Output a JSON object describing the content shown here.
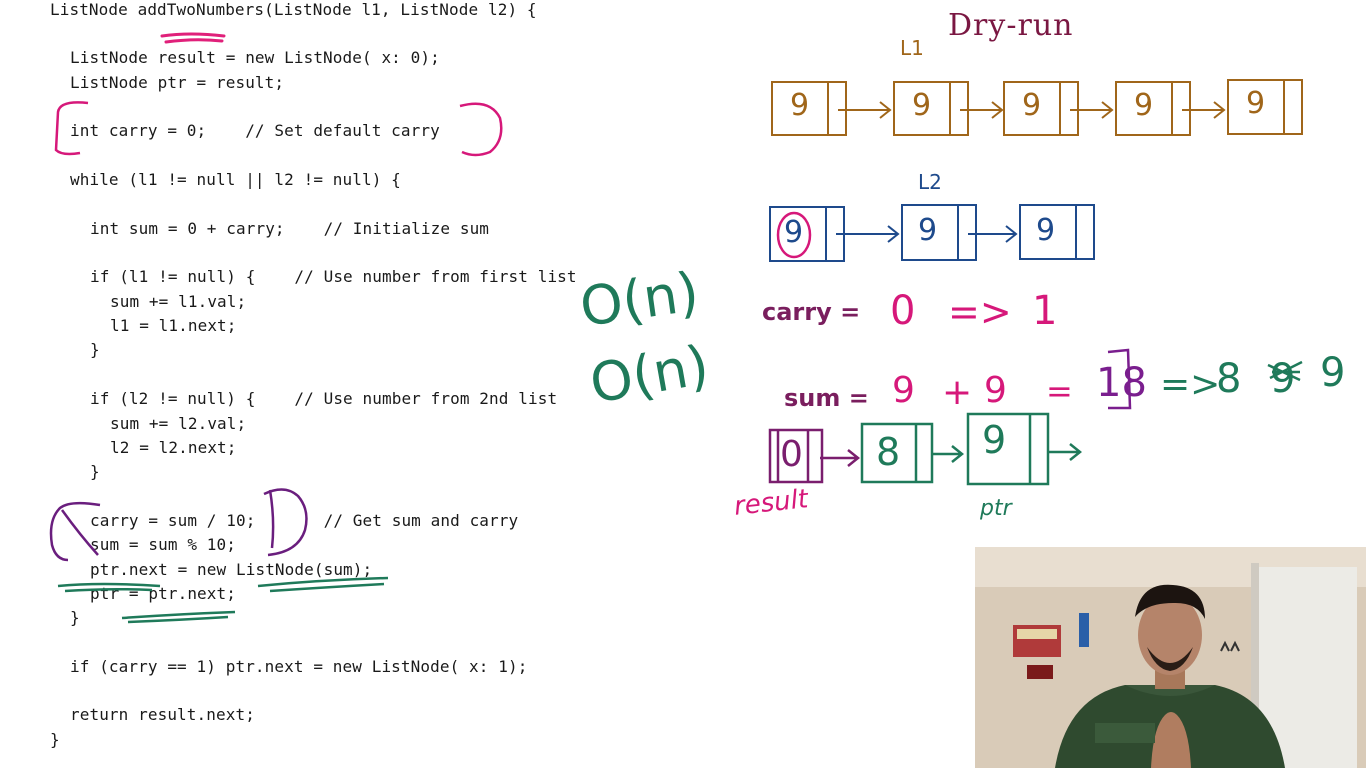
{
  "code": {
    "lines": [
      {
        "key": "l01",
        "text": "ListNode addTwoNumbers(ListNode l1, ListNode l2) {"
      },
      {
        "key": "l02",
        "text": "ListNode result = new ListNode( x: 0);"
      },
      {
        "key": "l03",
        "text": "ListNode ptr = result;"
      },
      {
        "key": "l04",
        "text": "int carry = 0;    // Set default carry"
      },
      {
        "key": "l05",
        "text": "while (l1 != null || l2 != null) {"
      },
      {
        "key": "l06",
        "text": "int sum = 0 + carry;    // Initialize sum"
      },
      {
        "key": "l07",
        "text": "if (l1 != null) {    // Use number from first list"
      },
      {
        "key": "l08",
        "text": "sum += l1.val;"
      },
      {
        "key": "l09",
        "text": "l1 = l1.next;"
      },
      {
        "key": "l10",
        "text": "}"
      },
      {
        "key": "l11",
        "text": "if (l2 != null) {    // Use number from 2nd list"
      },
      {
        "key": "l12",
        "text": "sum += l2.val;"
      },
      {
        "key": "l13",
        "text": "l2 = l2.next;"
      },
      {
        "key": "l14",
        "text": "}"
      },
      {
        "key": "l15",
        "text": "carry = sum / 10;       // Get sum and carry"
      },
      {
        "key": "l16",
        "text": "sum = sum % 10;"
      },
      {
        "key": "l17",
        "text": "ptr.next = new ListNode(sum);"
      },
      {
        "key": "l18",
        "text": "ptr = ptr.next;"
      },
      {
        "key": "l19",
        "text": "}"
      },
      {
        "key": "l20",
        "text": "if (carry == 1) ptr.next = new ListNode( x: 1);"
      },
      {
        "key": "l21",
        "text": "return result.next;"
      },
      {
        "key": "l22",
        "text": "}"
      }
    ]
  },
  "annotations": {
    "complexity_1": "O(n)",
    "complexity_2": "O(n)"
  },
  "board": {
    "title": "Dry-run",
    "l1_label": "L1",
    "l1_values": [
      "9",
      "9",
      "9",
      "9",
      "9"
    ],
    "l2_label": "L2",
    "l2_values": [
      "9",
      "9",
      "9"
    ],
    "carry_label": "carry =",
    "carry_from": "0",
    "carry_arrow": "=>",
    "carry_to": "1",
    "sum_label": "sum =",
    "sum_a": "9",
    "sum_plus": "+",
    "sum_b": "9",
    "sum_eq": "=",
    "sum_result": "18",
    "sum_arrow": "=>",
    "sum_seq_a": "8",
    "sum_seq_b": "9",
    "sum_seq_c": "9",
    "result_values": [
      "0",
      "8",
      "9"
    ],
    "result_label": "result",
    "ptr_label": "ptr"
  },
  "colors": {
    "l1": "#a0661a",
    "l2": "#1e4a8c",
    "carry": "#d6187a",
    "label": "#7a1e5e",
    "result": "#1f7a5a",
    "result_node": "#7a1e6e",
    "annot_green": "#1f7a5a",
    "annot_pink": "#d6187a",
    "annot_purple": "#7a1e8e"
  }
}
